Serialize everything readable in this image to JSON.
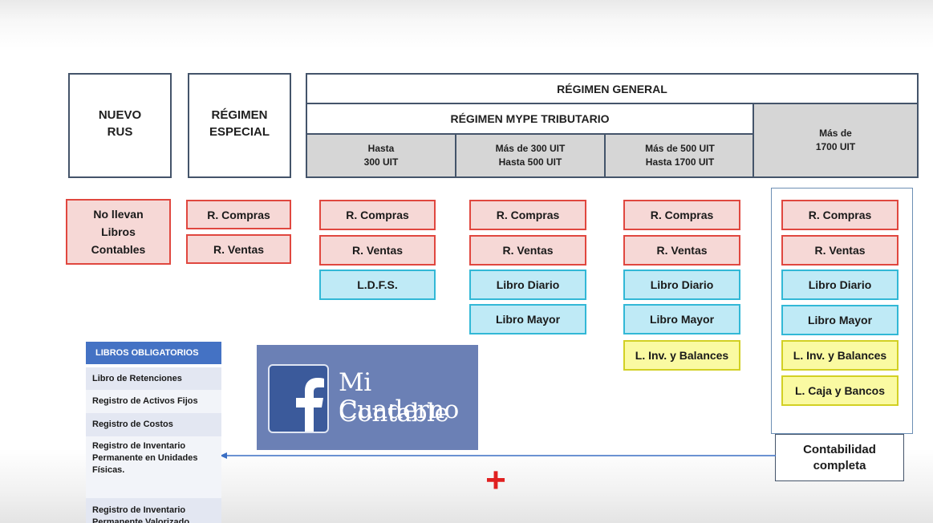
{
  "headers": {
    "nuevo_rus": "NUEVO\nRUS",
    "regimen_especial": "RÉGIMEN\nESPECIAL",
    "regimen_general": "RÉGIMEN GENERAL",
    "mype_tributario": "RÉGIMEN MYPE TRIBUTARIO",
    "hasta_300": "Hasta\n300 UIT",
    "mas_300_hasta_500": "Más de 300 UIT\nHasta 500 UIT",
    "mas_500_hasta_1700": "Más de 500 UIT\nHasta 1700 UIT",
    "mas_1700": "Más de\n1700 UIT"
  },
  "columns": {
    "nuevo_rus": [
      "No llevan\nLibros\nContables"
    ],
    "regimen_especial": [
      "R. Compras",
      "R. Ventas"
    ],
    "hasta_300": [
      "R. Compras",
      "R. Ventas",
      "L.D.F.S."
    ],
    "mas_300_hasta_500": [
      "R. Compras",
      "R. Ventas",
      "Libro Diario",
      "Libro Mayor"
    ],
    "mas_500_hasta_1700": [
      "R. Compras",
      "R. Ventas",
      "Libro Diario",
      "Libro Mayor",
      "L. Inv. y Balances"
    ],
    "mas_1700": [
      "R. Compras",
      "R. Ventas",
      "Libro Diario",
      "Libro Mayor",
      "L. Inv. y Balances",
      "L. Caja y Bancos"
    ]
  },
  "contabilidad_completa": "Contabilidad\ncompleta",
  "libros_obligatorios": {
    "title": "LIBROS OBLIGATORIOS",
    "items": [
      "Libro de Retenciones",
      "Registro de Activos Fijos",
      "Registro de Costos",
      "Registro de Inventario\nPermanente en Unidades\nFísicas.",
      "Registro de Inventario\nPermanente Valorizado"
    ]
  },
  "promo": {
    "line1": "Mi Cuaderno",
    "line2": "Contable"
  },
  "plus_symbol": "+",
  "colors": {
    "header_border": "#44546a",
    "red_border": "#e0473f",
    "red_fill": "#f6d8d6",
    "cyan_border": "#32b8d6",
    "cyan_fill": "#bfeaf6",
    "yellow_border": "#d2d024",
    "yellow_fill": "#fafaa2",
    "libros_header": "#4472c4",
    "arrow": "#3a6fc4",
    "plus": "#e02020"
  }
}
